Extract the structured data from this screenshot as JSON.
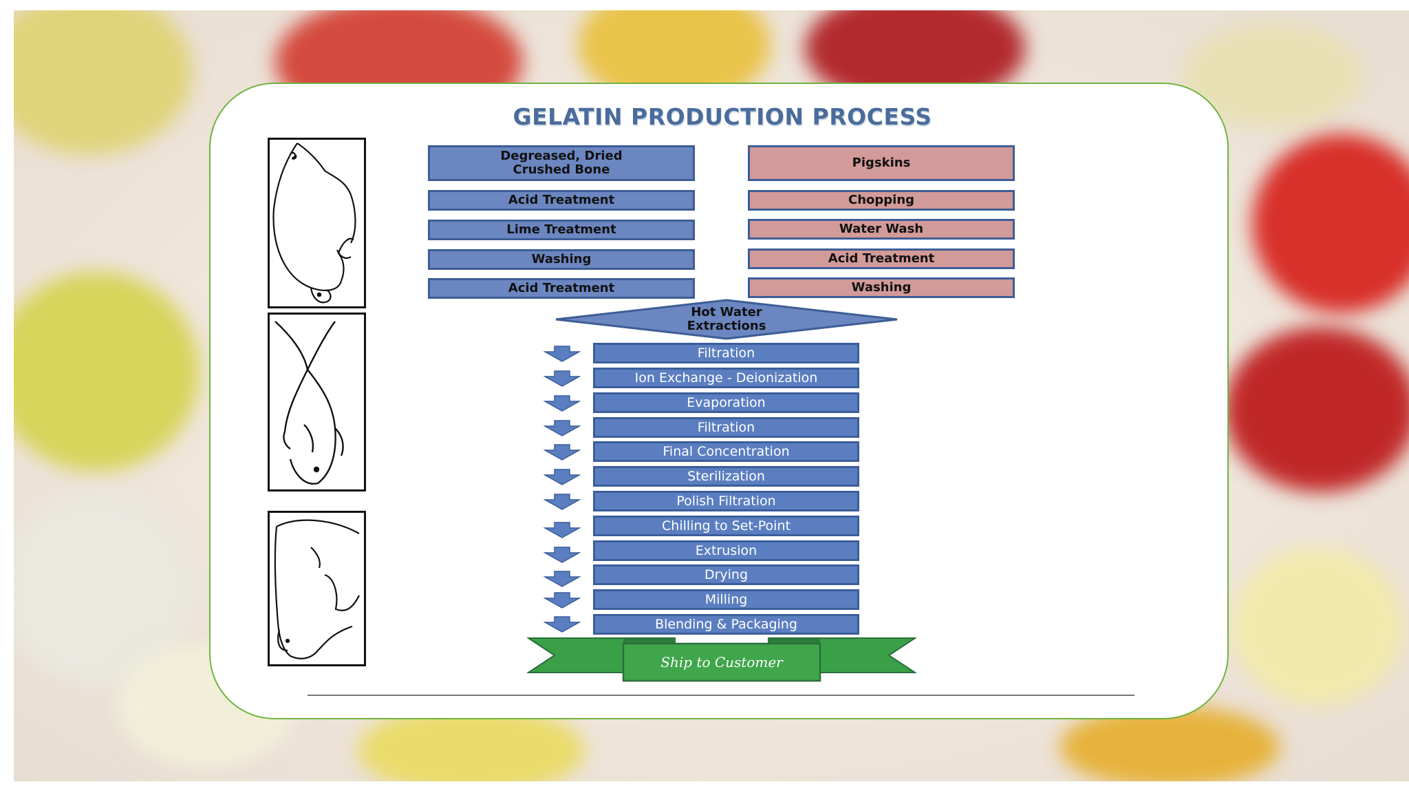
{
  "title": "GELATIN PRODUCTION PROCESS",
  "bone_column": [
    "Degreased, Dried\nCrushed Bone",
    "Acid Treatment",
    "Lime Treatment",
    "Washing",
    "Acid Treatment"
  ],
  "pigskin_column": [
    "Pigskins",
    "Chopping",
    "Water Wash",
    "Acid Treatment",
    "Washing"
  ],
  "merge_step": "Hot Water\nExtractions",
  "process_steps": [
    "Filtration",
    "Ion Exchange - Deionization",
    "Evaporation",
    "Filtration",
    "Final Concentration",
    "Sterilization",
    "Polish Filtration",
    "Chilling to Set-Point",
    "Extrusion",
    "Drying",
    "Milling",
    "Blending & Packaging"
  ],
  "final_step": "Ship to Customer",
  "animals": [
    "pig-icon",
    "fish-icon",
    "cow-icon"
  ],
  "colors": {
    "bone": "#6b86c0",
    "pigskin": "#d29a98",
    "process": "#5b7ec0",
    "final": "#3aa047",
    "frame": "#6fb33f"
  }
}
